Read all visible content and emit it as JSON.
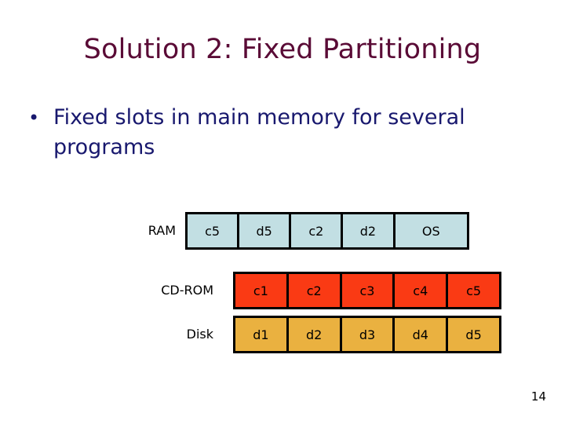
{
  "slide": {
    "title": "Solution 2: Fixed Partitioning",
    "title_color": "#5a0b36",
    "body_color": "#18186e",
    "background": "#ffffff",
    "page_number": "14"
  },
  "bullets": [
    {
      "marker": "•",
      "text": "Fixed slots in main memory for several programs"
    }
  ],
  "diagram": {
    "rows": [
      {
        "label": "RAM",
        "fill": "#c2dfe3",
        "border": "#000000",
        "cells": [
          "c5",
          "d5",
          "c2",
          "d2",
          "OS"
        ]
      },
      {
        "label": "CD-ROM",
        "fill": "#fa3a14",
        "border": "#000000",
        "cells": [
          "c1",
          "c2",
          "c3",
          "c4",
          "c5"
        ]
      },
      {
        "label": "Disk",
        "fill": "#eab140",
        "border": "#000000",
        "cells": [
          "d1",
          "d2",
          "d3",
          "d4",
          "d5"
        ]
      }
    ]
  }
}
